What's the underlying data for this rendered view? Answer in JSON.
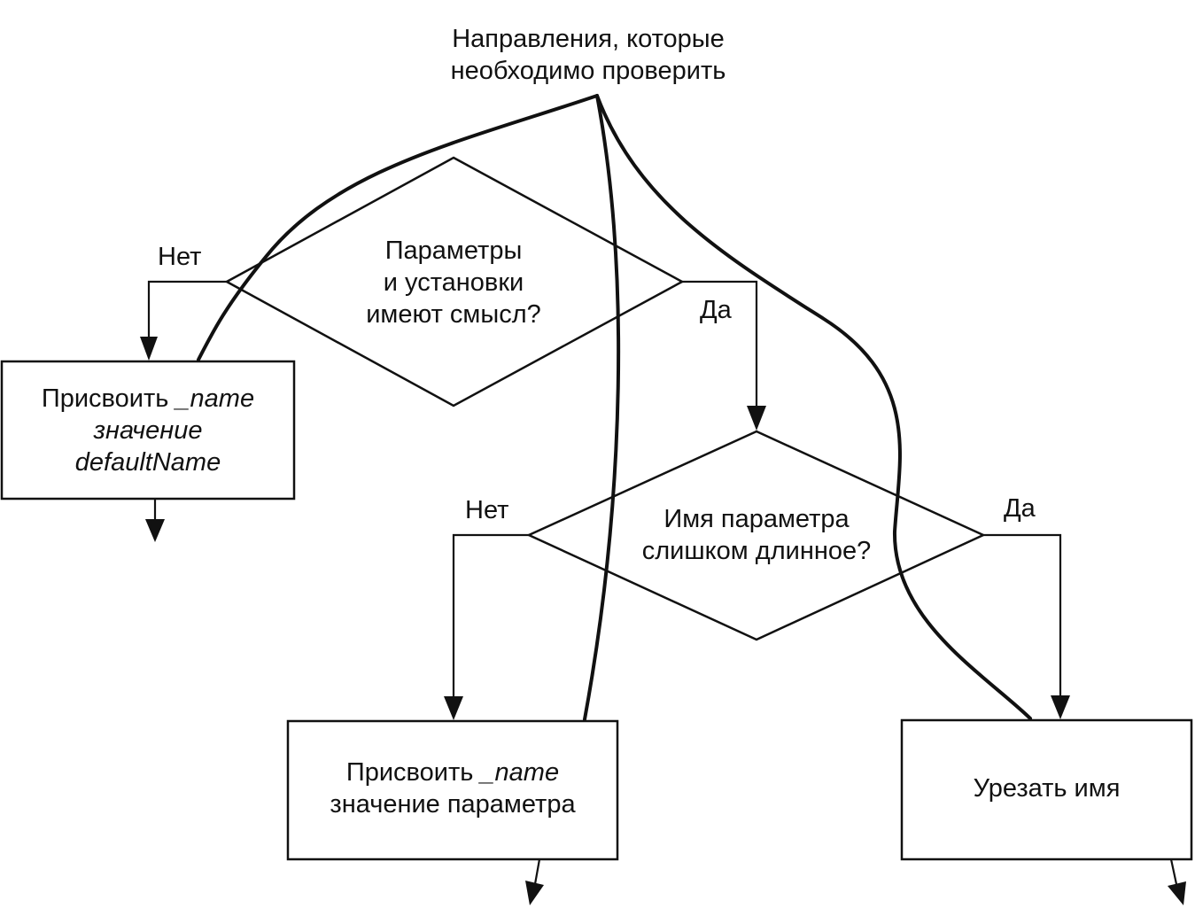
{
  "paths_label": {
    "line1": "Направления, которые",
    "line2": "необходимо проверить"
  },
  "decision1": {
    "line1": "Параметры",
    "line2": "и установки",
    "line3": "имеют смысл?",
    "no": "Нет",
    "yes": "Да"
  },
  "decision2": {
    "line1": "Имя параметра",
    "line2": "слишком длинное?",
    "no": "Нет",
    "yes": "Да"
  },
  "box_default": {
    "line1_prefix": "Присвоить ",
    "line1_italic": "_name",
    "line2": "значение",
    "line3": "defaultName"
  },
  "box_param": {
    "line1_prefix": "Присвоить ",
    "line1_italic": "_name",
    "line2": "значение параметра"
  },
  "box_truncate": {
    "line1": "Урезать имя"
  }
}
